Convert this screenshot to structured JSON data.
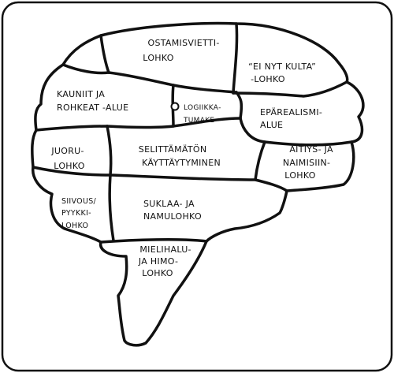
{
  "regions": {
    "ostamisvietti": [
      "OSTAMISVIETTI-",
      "LOHKO"
    ],
    "ei_nyt_kulta": [
      "“EI NYT KULTA”",
      "-LOHKO"
    ],
    "kauniit": [
      "KAUNIIT JA",
      "ROHKEAT -ALUE"
    ],
    "logiikka": [
      "LOGIIKKA-",
      "TUMAKE"
    ],
    "eparealismi": [
      "EPÄREALISMI-",
      "ALUE"
    ],
    "juoru": [
      "JUORU-",
      "LOHKO"
    ],
    "selittamaton": [
      "SELITTÄMÄTÖN",
      "KÄYTTÄYTYMINEN"
    ],
    "aitiys": [
      "ÄITIYS- JA",
      "NAIMISIIN-",
      "LOHKO"
    ],
    "siivous": [
      "SIIVOUS/",
      "PYYKKI-",
      "LOHKO"
    ],
    "suklaa": [
      "SUKLAA- JA",
      "NAMULOHKO"
    ],
    "mielihalu": [
      "MIELIHALU-",
      "JA HIMO-",
      "LOHKO"
    ]
  },
  "colors": {
    "ink": "#111111",
    "paper": "#ffffff"
  }
}
